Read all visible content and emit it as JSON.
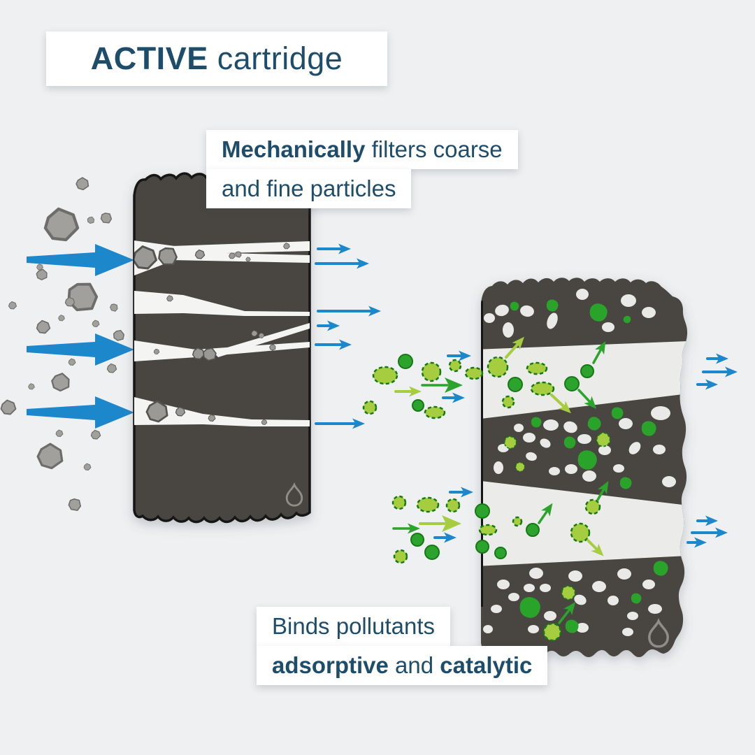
{
  "title": {
    "product": "ACTIVE",
    "suffix": "cartridge"
  },
  "labels": {
    "mechanical": {
      "line1_bold": "Mechanically",
      "line1_rest": " filters coarse",
      "line2": "and fine particles"
    },
    "adsorptive": {
      "line1": "Binds pollutants",
      "line2_bold1": "adsorptive",
      "line2_sep": " and ",
      "line2_bold2": "catalytic"
    }
  },
  "icons": {
    "watermark": "water-drop-icon"
  },
  "colors": {
    "bg": "#eef0f1",
    "card": "#ffffff",
    "ink": "#1e4d6b",
    "block": "#484440",
    "blockEdge": "#141414",
    "channel": "#f4f4f3",
    "band": "#ebebea",
    "rock": "#a1a09d",
    "rockEdge": "#6e6d6a",
    "rockTrap": "#9a9996",
    "blue": "#1d87cc",
    "green": "#2ca32c",
    "greenEdge": "#157a15",
    "greenLight": "#a5cd3f",
    "oval": "#e9e9e7",
    "dropIcon": "#8e8d8a"
  }
}
